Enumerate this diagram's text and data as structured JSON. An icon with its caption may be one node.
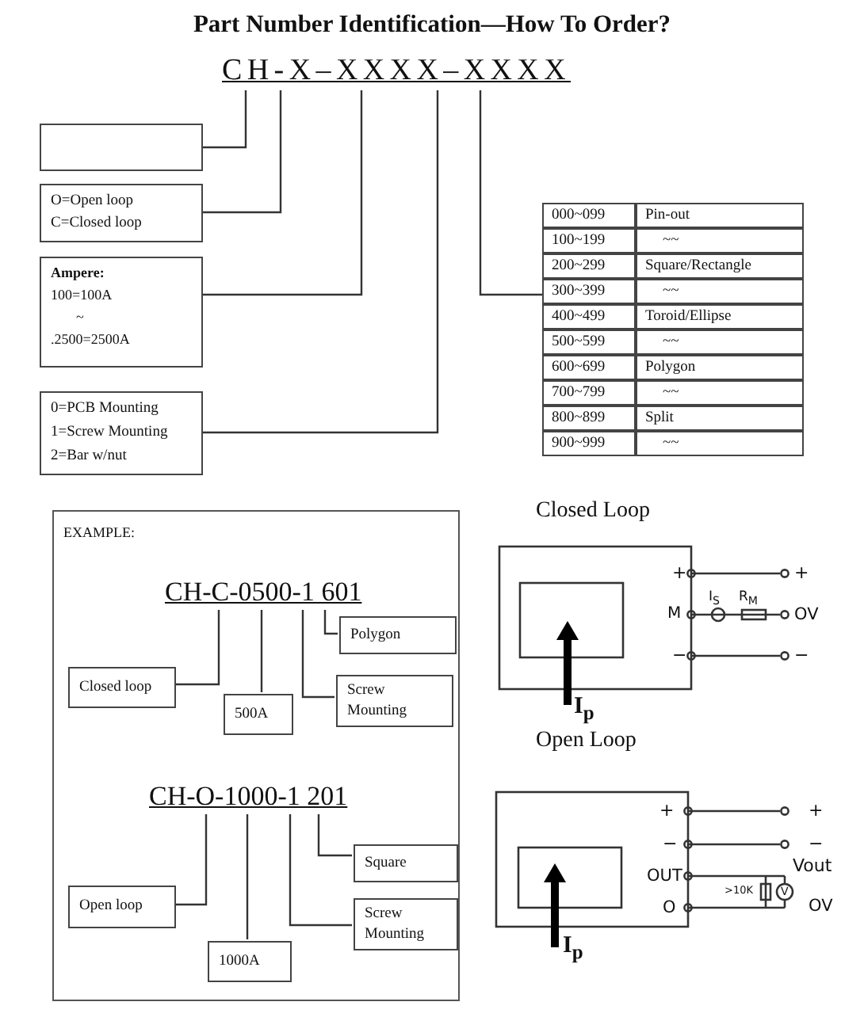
{
  "diagram": {
    "title": "Part Number Identification—How To Order?",
    "nodes": [
      {
        "text": [
          "CH-X–XXXX–XXXX"
        ]
      },
      {
        "text": [],
        "shape": "box"
      },
      {
        "text": [
          "O=Open loop",
          "C=Closed loop"
        ]
      },
      {
        "text": [
          "Ampere:",
          "100=100A",
          "~",
          ".2500=2500A"
        ]
      },
      {
        "text": [
          "0=PCB Mounting",
          "1=Screw Mounting",
          "2=Bar w/nut"
        ]
      },
      {
        "text": [
          "000~099",
          "Pin-out",
          "100~199",
          "~~",
          "200~299",
          "Square/Rectangle",
          "300~399",
          "~~",
          "400~499",
          "Toroid/Ellipse",
          "500~599",
          "~~",
          "600~699",
          "Polygon",
          "700~799",
          "~~",
          "800~899",
          "Split",
          "900~999",
          "~~"
        ]
      },
      {
        "text": [
          "EXAMPLE:"
        ]
      },
      {
        "text": [
          "CH-C-0500-1 601"
        ],
        "in": 6
      },
      {
        "text": [
          "Polygon"
        ],
        "in": 6
      },
      {
        "text": [
          "Closed loop"
        ],
        "in": 6
      },
      {
        "text": [
          "Screw Mounting"
        ],
        "in": 6
      },
      {
        "text": [
          "500A"
        ],
        "in": 6
      },
      {
        "text": [
          "CH-O-1000-1 201"
        ],
        "in": 6
      },
      {
        "text": [
          "Square"
        ],
        "in": 6
      },
      {
        "text": [
          "Open loop"
        ],
        "in": 6
      },
      {
        "text": [
          "Screw Mounting"
        ],
        "in": 6
      },
      {
        "text": [
          "1000A"
        ],
        "in": 6
      }
    ],
    "edges": [
      {
        "from": 0,
        "to": 1,
        "arrow": "none"
      },
      {
        "from": 0,
        "to": 2,
        "arrow": "none"
      },
      {
        "from": 0,
        "to": 3,
        "arrow": "none"
      },
      {
        "from": 0,
        "to": 4,
        "arrow": "none"
      },
      {
        "from": 0,
        "to": 5,
        "arrow": "none"
      },
      {
        "from": 7,
        "to": 8,
        "arrow": "none"
      },
      {
        "from": 7,
        "to": 9,
        "arrow": "none"
      },
      {
        "from": 7,
        "to": 10,
        "arrow": "none"
      },
      {
        "from": 7,
        "to": 11,
        "arrow": "none"
      },
      {
        "from": 12,
        "to": 13,
        "arrow": "none"
      },
      {
        "from": 12,
        "to": 14,
        "arrow": "none"
      },
      {
        "from": 12,
        "to": 15,
        "arrow": "none"
      },
      {
        "from": 12,
        "to": 16,
        "arrow": "none"
      }
    ],
    "labels": [
      "Closed Loop",
      "+",
      "+",
      "I$_{S}$",
      "R$_{M}$",
      "M",
      "OV",
      "−",
      "−",
      "I$_{p}$",
      "Open Loop",
      "+",
      "+",
      "−",
      "−",
      "OUT",
      "Vout",
      ">10K",
      "V",
      "O",
      "OV",
      "I$_{p}$"
    ]
  }
}
